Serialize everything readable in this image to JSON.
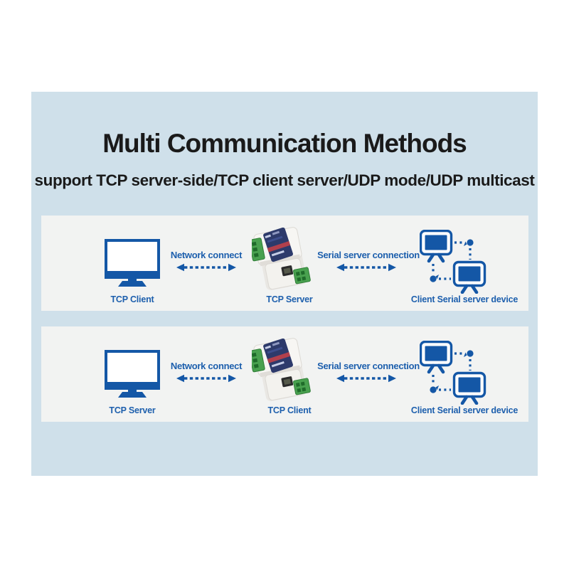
{
  "title": "Multi Communication Methods",
  "subtitle": "support TCP server-side/TCP client server/UDP mode/UDP multicast",
  "colors": {
    "panel_bg": "#cfe0ea",
    "band_bg": "#f2f3f2",
    "accent_blue": "#1457a6",
    "label_blue": "#1d5fad",
    "title_color": "#1a1a1a",
    "device_body": "#f5f4f1",
    "device_navy": "#2d3a6b",
    "device_red": "#b2404c",
    "device_green": "#49a14f",
    "device_green_dark": "#1f6b2a"
  },
  "icons": {
    "monitor": "monitor-icon",
    "serial_device": "serial-device-server-image",
    "dual_monitors": "dual-monitor-network-icon",
    "dashed_arrow": "double-headed-dashed-arrow-icon"
  },
  "rows": [
    {
      "left_label": "TCP Client",
      "network_label": "Network connect",
      "device_label": "TCP Server",
      "serial_label": "Serial server connection",
      "right_label": "Client Serial server device"
    },
    {
      "left_label": "TCP Server",
      "network_label": "Network connect",
      "device_label": "TCP Client",
      "serial_label": "Serial server connection",
      "right_label": "Client Serial server device"
    }
  ]
}
